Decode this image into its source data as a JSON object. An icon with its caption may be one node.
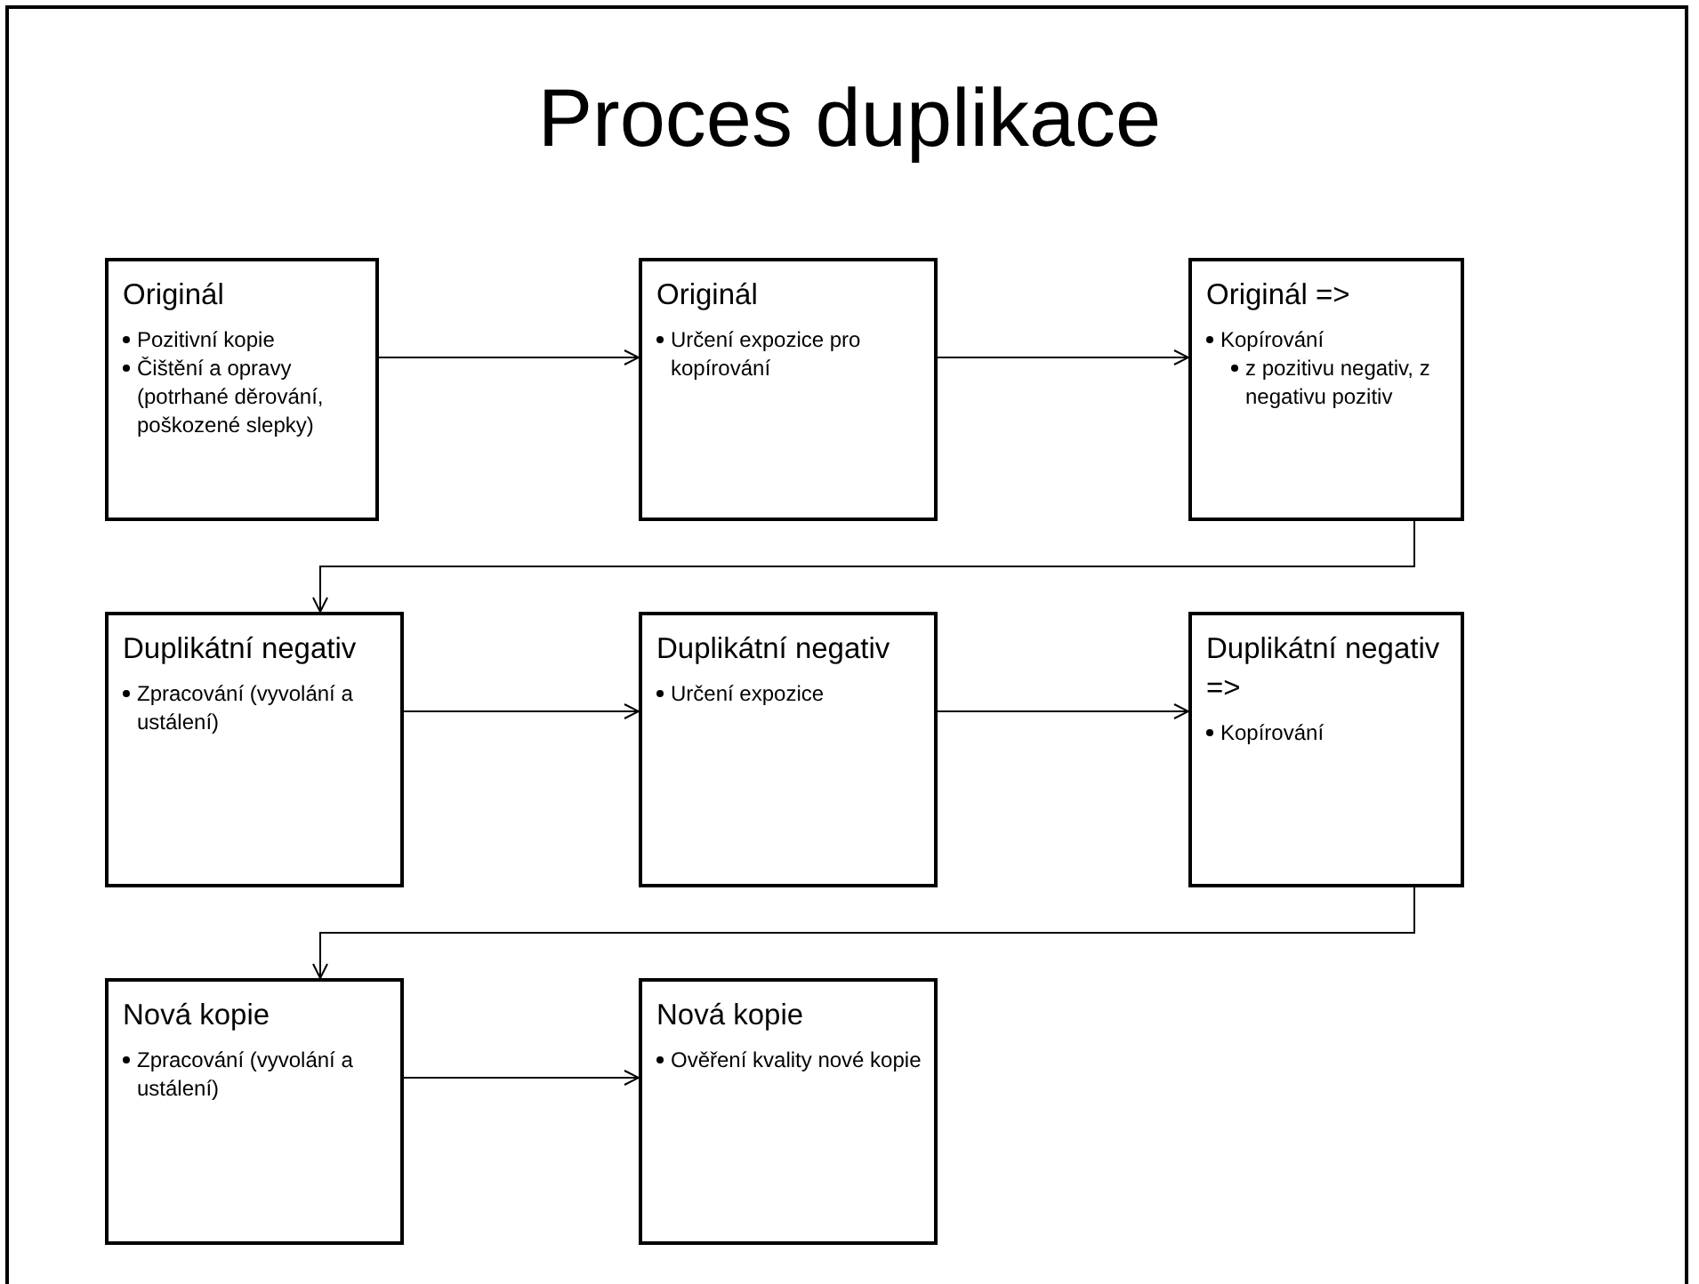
{
  "diagram": {
    "title": "Proces duplikace",
    "nodes": [
      {
        "text": [
          "Originál",
          "Pozitivní kopie",
          "Čištění a opravy (potrhané děrování, poškozené slepky)"
        ]
      },
      {
        "text": [
          "Originál",
          "Určení expozice pro kopírování"
        ]
      },
      {
        "text": [
          "Originál =>",
          "Kopírování",
          "z pozitivu negativ, z negativu pozitiv"
        ]
      },
      {
        "text": [
          "Duplikátní negativ",
          "Zpracování  (vyvolání a ustálení)"
        ]
      },
      {
        "text": [
          "Duplikátní negativ",
          "Určení expozice"
        ]
      },
      {
        "text": [
          "Duplikátní negativ =>",
          "Kopírování"
        ]
      },
      {
        "text": [
          "Nová kopie",
          "Zpracování (vyvolání a ustálení)"
        ]
      },
      {
        "text": [
          "Nová kopie",
          "Ověření kvality nové kopie"
        ]
      }
    ],
    "edges": [
      {
        "from": 0,
        "to": 1,
        "arrow": "to"
      },
      {
        "from": 1,
        "to": 2,
        "arrow": "to"
      },
      {
        "from": 2,
        "to": 3,
        "arrow": "to"
      },
      {
        "from": 3,
        "to": 4,
        "arrow": "to"
      },
      {
        "from": 4,
        "to": 5,
        "arrow": "to"
      },
      {
        "from": 5,
        "to": 6,
        "arrow": "to"
      },
      {
        "from": 6,
        "to": 7,
        "arrow": "to"
      }
    ]
  }
}
